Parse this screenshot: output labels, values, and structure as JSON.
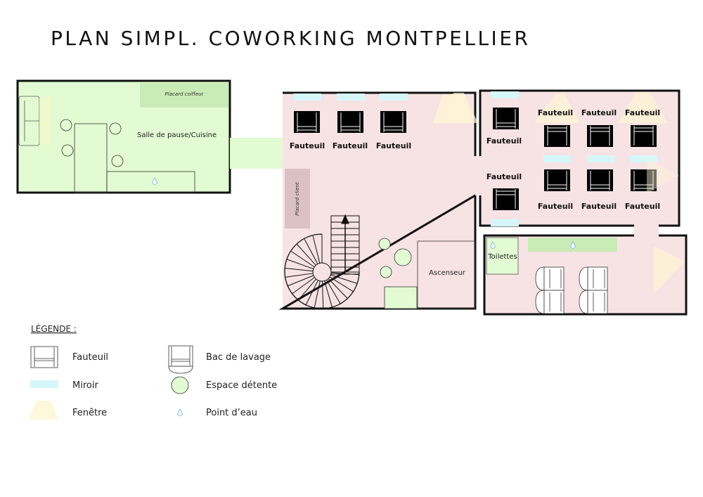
{
  "title": "PLAN SIMPL. COWORKING MONTPELLIER",
  "rooms": {
    "break_room": "Salle de pause/Cuisine",
    "placard_coiffeur": "Placard coiffeur",
    "placard_client": "Placard client",
    "elevator": "Ascenseur",
    "toilets": "Toilettes"
  },
  "armchair_label": "Fauteuil",
  "legend": {
    "title": "LÉGENDE :",
    "items": [
      {
        "label": "Fauteuil",
        "icon": "armchair-icon"
      },
      {
        "label": "Bac de lavage",
        "icon": "wash-basin-icon"
      },
      {
        "label": "Miroir",
        "icon": "mirror-icon"
      },
      {
        "label": "Espace détente",
        "icon": "relax-circle-icon"
      },
      {
        "label": "Fenêtre",
        "icon": "window-icon"
      },
      {
        "label": "Point d’eau",
        "icon": "water-drop-icon"
      }
    ]
  },
  "colors": {
    "green": "#e2fbd3",
    "dark_green": "#c9ebb5",
    "pink": "#f7e3e4",
    "mirror": "#d6f7fa",
    "window": "#fdf3d6",
    "placard_client": "#dcc1c4"
  }
}
